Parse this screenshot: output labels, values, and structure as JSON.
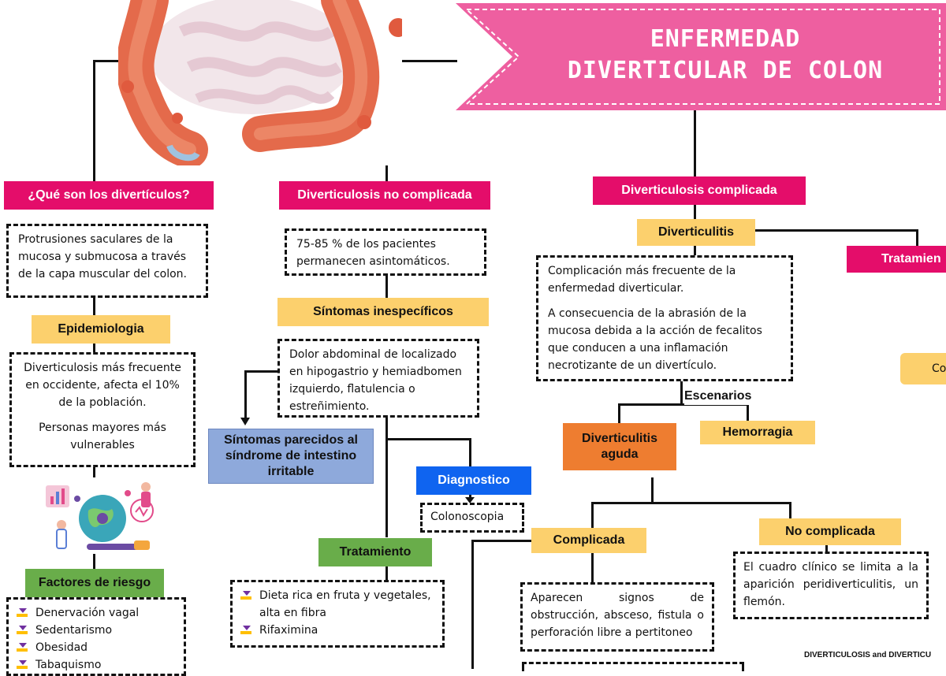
{
  "title": {
    "line1": "ENFERMEDAD",
    "line2": "DIVERTICULAR DE COLON"
  },
  "colors": {
    "pink": "#e40d6a",
    "banner": "#ee5fa0",
    "yellow": "#fcd06d",
    "green": "#69ad4a",
    "orange": "#ee7d30",
    "blue": "#0f64f0",
    "lavender": "#8ea9db"
  },
  "left": {
    "que_son": "¿Qué son los divertículos?",
    "que_son_text": "Protrusiones saculares de la mucosa y submucosa a través de la capa muscular del colon.",
    "epidemiologia": "Epidemiologia",
    "epi_text1": "Diverticulosis más frecuente en occidente, afecta el 10% de la población.",
    "epi_text2": "Personas mayores más vulnerables",
    "factores": "Factores de riesgo",
    "factores_items": [
      "Denervación vagal",
      "Sedentarismo",
      "Obesidad",
      "Tabaquismo"
    ]
  },
  "middle": {
    "no_complicada": "Diverticulosis no complicada",
    "no_comp_text": "75-85 % de los pacientes permanecen asintomáticos.",
    "sintomas": "Síntomas inespecíficos",
    "sintomas_text": "Dolor abdominal de localizado en hipogastrio y hemiadbomen izquierdo, flatulencia o estreñimiento.",
    "parecidos": "Síntomas parecidos al síndrome de intestino irritable",
    "diagnostico": "Diagnostico",
    "diag_text": "Colonoscopia",
    "tratamiento": "Tratamiento",
    "trat_items": [
      "Dieta rica en fruta y vegetales, alta en fibra",
      "Rifaximina"
    ]
  },
  "right": {
    "complicada": "Diverticulosis complicada",
    "diverticulitis": "Diverticulitis",
    "tratamiento_cut": "Tratamien",
    "co_cut": "Co",
    "div_text1": "Complicación más frecuente de la enfermedad diverticular.",
    "div_text2": "A consecuencia de la abrasión de la mucosa debida a la acción de fecalitos que conducen a una inflamación necrotizante de un divertículo.",
    "escenarios": "Escenarios",
    "aguda": "Diverticulitis aguda",
    "hemorragia": "Hemorragia",
    "comp": "Complicada",
    "comp_text": "Aparecen signos de obstrucción, absceso, fistula o perforación libre a pertitoneo",
    "no_comp": "No complicada",
    "no_comp_text": "El cuadro clínico se limita a la aparición peridiverticulitis, un flemón.",
    "footer": "DIVERTICULOSIS and DIVERTICU"
  }
}
